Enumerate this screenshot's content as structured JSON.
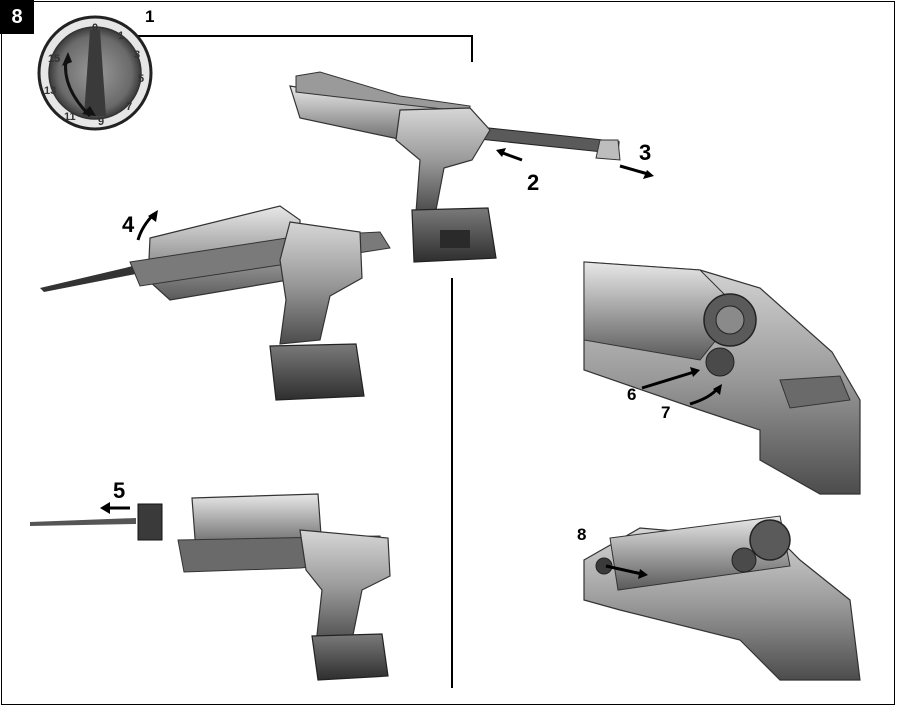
{
  "figure": {
    "number": "8"
  },
  "dial": {
    "numbers": [
      "0",
      "1",
      "3",
      "5",
      "7",
      "9",
      "11",
      "13",
      "15"
    ]
  },
  "callouts": {
    "c1": "1",
    "c2": "2",
    "c3": "3",
    "c4": "4",
    "c5": "5",
    "c6": "6",
    "c7": "7",
    "c8": "8"
  },
  "colors": {
    "tool_dark": "#4a4a4a",
    "tool_mid": "#8c8c8c",
    "tool_light": "#c8c8c8",
    "ink": "#000000"
  }
}
